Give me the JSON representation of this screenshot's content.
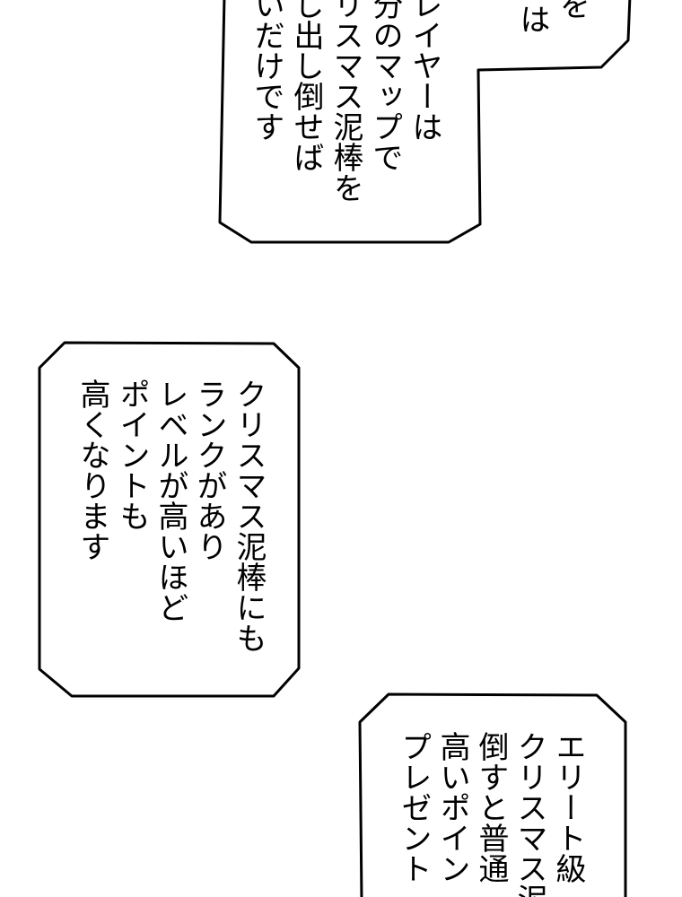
{
  "bubbles": [
    {
      "lines": [
        "は",
        "を"
      ]
    },
    {
      "lines": [
        "レイヤーは",
        "分のマップで",
        "リスマス泥棒を",
        "し出し倒せば",
        "いだけです"
      ]
    },
    {
      "lines": [
        "クリスマス泥棒にも",
        "ランクがあり",
        "レベルが高いほど",
        "ポイントも",
        "高くなります"
      ]
    },
    {
      "lines": [
        "エリート級",
        "クリスマス泥",
        "倒すと普通",
        "高いポイン",
        "プレゼント"
      ]
    }
  ]
}
